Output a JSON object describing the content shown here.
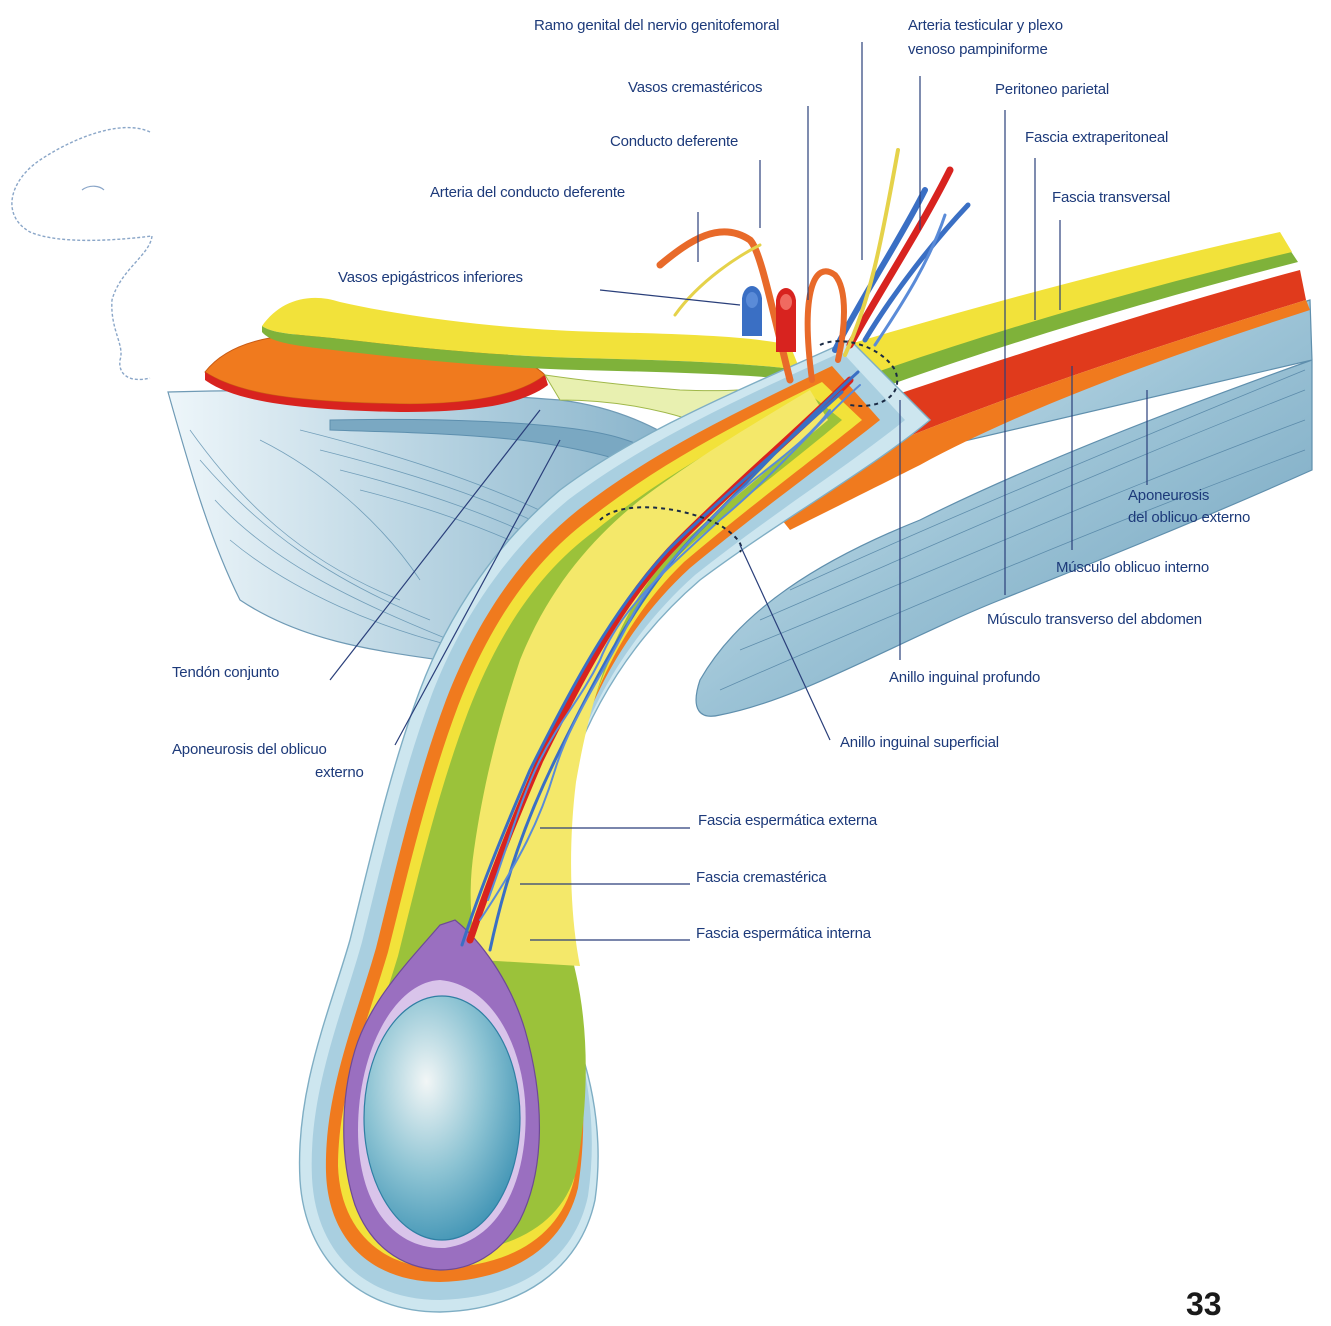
{
  "labels": {
    "ramo_genital": "Ramo genital del nervio genitofemoral",
    "arteria_testicular_1": "Arteria testicular y plexo",
    "arteria_testicular_2": "venoso pampiniforme",
    "vasos_cremastericos": "Vasos cremastéricos",
    "peritoneo_parietal": "Peritoneo parietal",
    "conducto_deferente": "Conducto deferente",
    "fascia_extraperitoneal": "Fascia extraperitoneal",
    "arteria_conducto": "Arteria del conducto deferente",
    "fascia_transversal": "Fascia transversal",
    "vasos_epigastricos": "Vasos epigástricos inferiores",
    "aponeurosis_oblicuo_der_1": "Aponeurosis",
    "aponeurosis_oblicuo_der_2": "del oblicuo externo",
    "musculo_oblicuo_interno": "Músculo oblicuo interno",
    "musculo_transverso": "Músculo transverso del abdomen",
    "tendon_conjunto": "Tendón conjunto",
    "anillo_profundo": "Anillo inguinal profundo",
    "aponeurosis_izq_1": "Aponeurosis del oblicuo",
    "aponeurosis_izq_2": "externo",
    "anillo_superficial": "Anillo inguinal superficial",
    "fascia_esp_externa": "Fascia espermática externa",
    "fascia_cremasterica": "Fascia cremastérica",
    "fascia_esp_interna": "Fascia espermática interna"
  },
  "page_number": "33",
  "colors": {
    "label_text": "#1d3a7a",
    "leader_line": "#2a3f7a",
    "external_fascia": "#b8dce8",
    "aponeurosis_blue": "#8fb6cc",
    "muscle_orange": "#f07a1e",
    "muscle_red": "#e03a1c",
    "fascia_yellow": "#f2e23a",
    "fascia_green": "#9bc23a",
    "tunica_purple": "#9a6fc0",
    "testis_blue": "#6aaec6",
    "vein_blue": "#3a6fc4",
    "artery_red": "#d8231f"
  }
}
